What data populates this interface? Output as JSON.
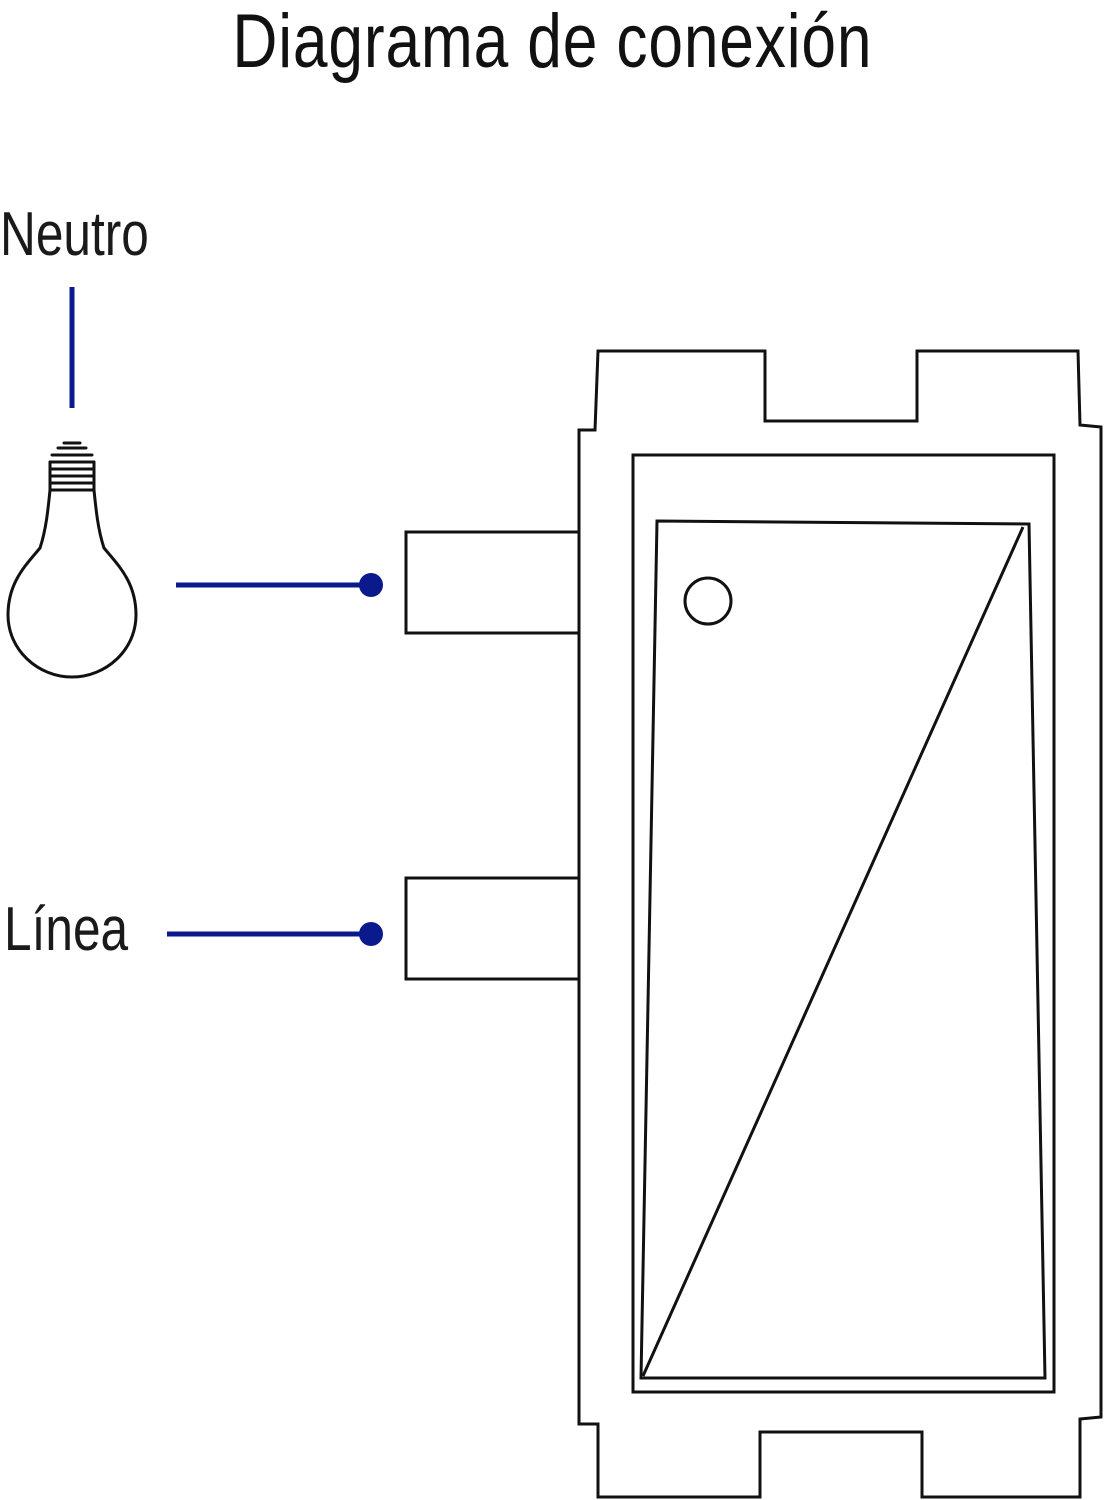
{
  "title": "Diagrama de conexión",
  "labels": {
    "neutral": "Neutro",
    "line": "Línea"
  },
  "colors": {
    "wire": "#0a1a8c",
    "outline": "#111111",
    "background": "#ffffff"
  },
  "icons": {
    "lamp": "light-bulb-icon",
    "switch": "wall-switch-outline"
  }
}
